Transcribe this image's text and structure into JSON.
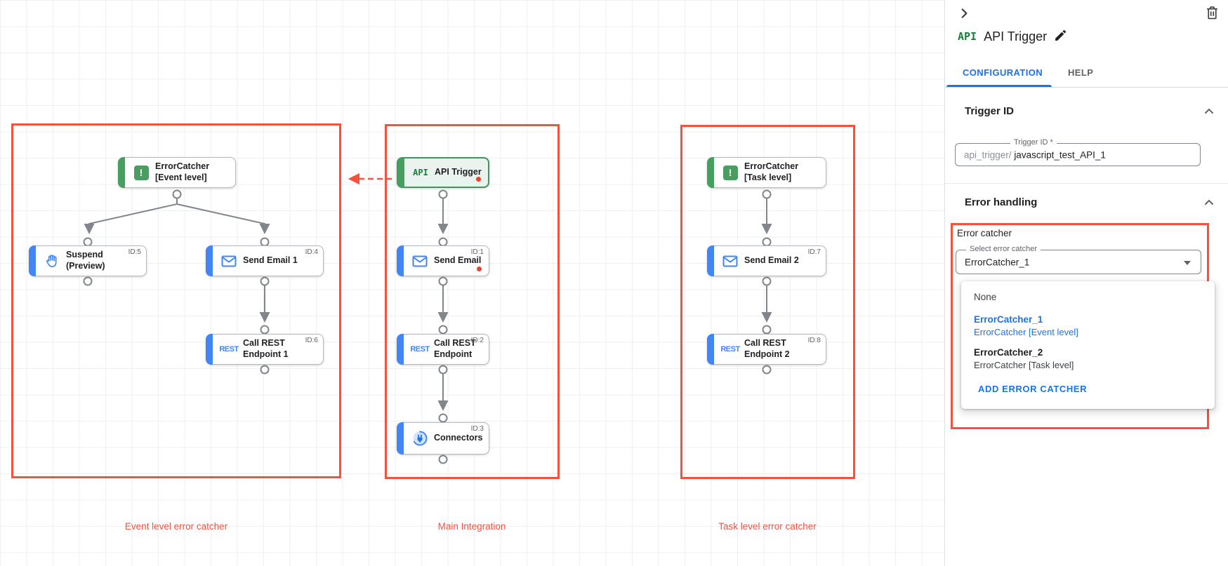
{
  "colors": {
    "annotation_red": "#f4513e",
    "green_accent": "#43a05e",
    "blue_accent": "#4285f4",
    "link_blue": "#1a73e8",
    "badge_green": "#188038",
    "red_dot": "#e94235"
  },
  "icons": {
    "error_catcher_glyph": "!",
    "api_glyph": "API",
    "rest_glyph": "REST"
  },
  "canvas": {
    "groups": [
      {
        "caption": "Event level error catcher",
        "nodes": [
          {
            "label": "ErrorCatcher [Event level]",
            "id": "",
            "type": "error-catcher"
          },
          {
            "label": "Suspend (Preview)",
            "id": "ID:5",
            "type": "suspend"
          },
          {
            "label": "Send Email 1",
            "id": "ID:4",
            "type": "email"
          },
          {
            "label": "Call REST Endpoint 1",
            "id": "ID:6",
            "type": "rest"
          }
        ]
      },
      {
        "caption": "Main Integration",
        "nodes": [
          {
            "label": "API Trigger",
            "id": "",
            "type": "api-trigger"
          },
          {
            "label": "Send Email",
            "id": "ID:1",
            "type": "email"
          },
          {
            "label": "Call REST Endpoint",
            "id": "ID:2",
            "type": "rest"
          },
          {
            "label": "Connectors",
            "id": "ID:3",
            "type": "connector"
          }
        ]
      },
      {
        "caption": "Task level error catcher",
        "nodes": [
          {
            "label": "ErrorCatcher [Task level]",
            "id": "",
            "type": "error-catcher"
          },
          {
            "label": "Send Email 2",
            "id": "ID:7",
            "type": "email"
          },
          {
            "label": "Call REST Endpoint 2",
            "id": "ID:8",
            "type": "rest"
          }
        ]
      }
    ]
  },
  "panel": {
    "node_badge": "API",
    "title": "API Trigger",
    "tabs": {
      "configuration": "CONFIGURATION",
      "help": "HELP"
    },
    "trigger_id": {
      "heading": "Trigger ID",
      "field_label": "Trigger ID *",
      "prefix": "api_trigger/",
      "value": "javascript_test_API_1"
    },
    "error_handling": {
      "heading": "Error handling",
      "group_label": "Error catcher",
      "select_label": "Select error catcher",
      "select_value": "ErrorCatcher_1",
      "options": [
        {
          "name": "None",
          "desc": ""
        },
        {
          "name": "ErrorCatcher_1",
          "desc": "ErrorCatcher [Event level]"
        },
        {
          "name": "ErrorCatcher_2",
          "desc": "ErrorCatcher [Task level]"
        }
      ],
      "add_button": "ADD ERROR CATCHER"
    }
  }
}
